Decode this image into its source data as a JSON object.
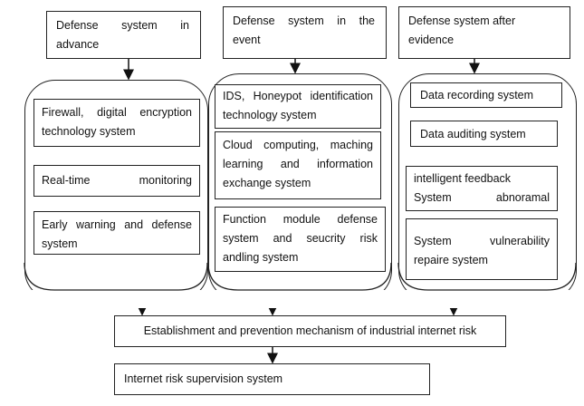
{
  "columns": [
    {
      "header": [
        "Defense system in",
        "advance"
      ],
      "items": [
        [
          "Firewall, digital encryption",
          "technology system"
        ],
        [
          "Real-time monitoring"
        ],
        [
          "Early warning and defense",
          "system"
        ]
      ]
    },
    {
      "header": [
        "Defense system in the",
        "event"
      ],
      "items": [
        [
          "IDS, Honeypot identification",
          "technology system"
        ],
        [
          "Cloud computing, maching",
          "learning and information",
          "exchange system"
        ],
        [
          "Function module defense",
          "system and seucrity risk",
          "andling system"
        ]
      ]
    },
    {
      "header": [
        "Defense system after",
        "evidence"
      ],
      "items": [
        [
          "Data recording system"
        ],
        [
          "Data auditing system"
        ],
        [
          "intelligent feedback",
          "System abnoramal"
        ],
        [
          "System vulnerability",
          "repaire system"
        ]
      ]
    }
  ],
  "mechanism": "Establishment and prevention mechanism of industrial internet risk",
  "supervision": "Internet risk supervision system"
}
